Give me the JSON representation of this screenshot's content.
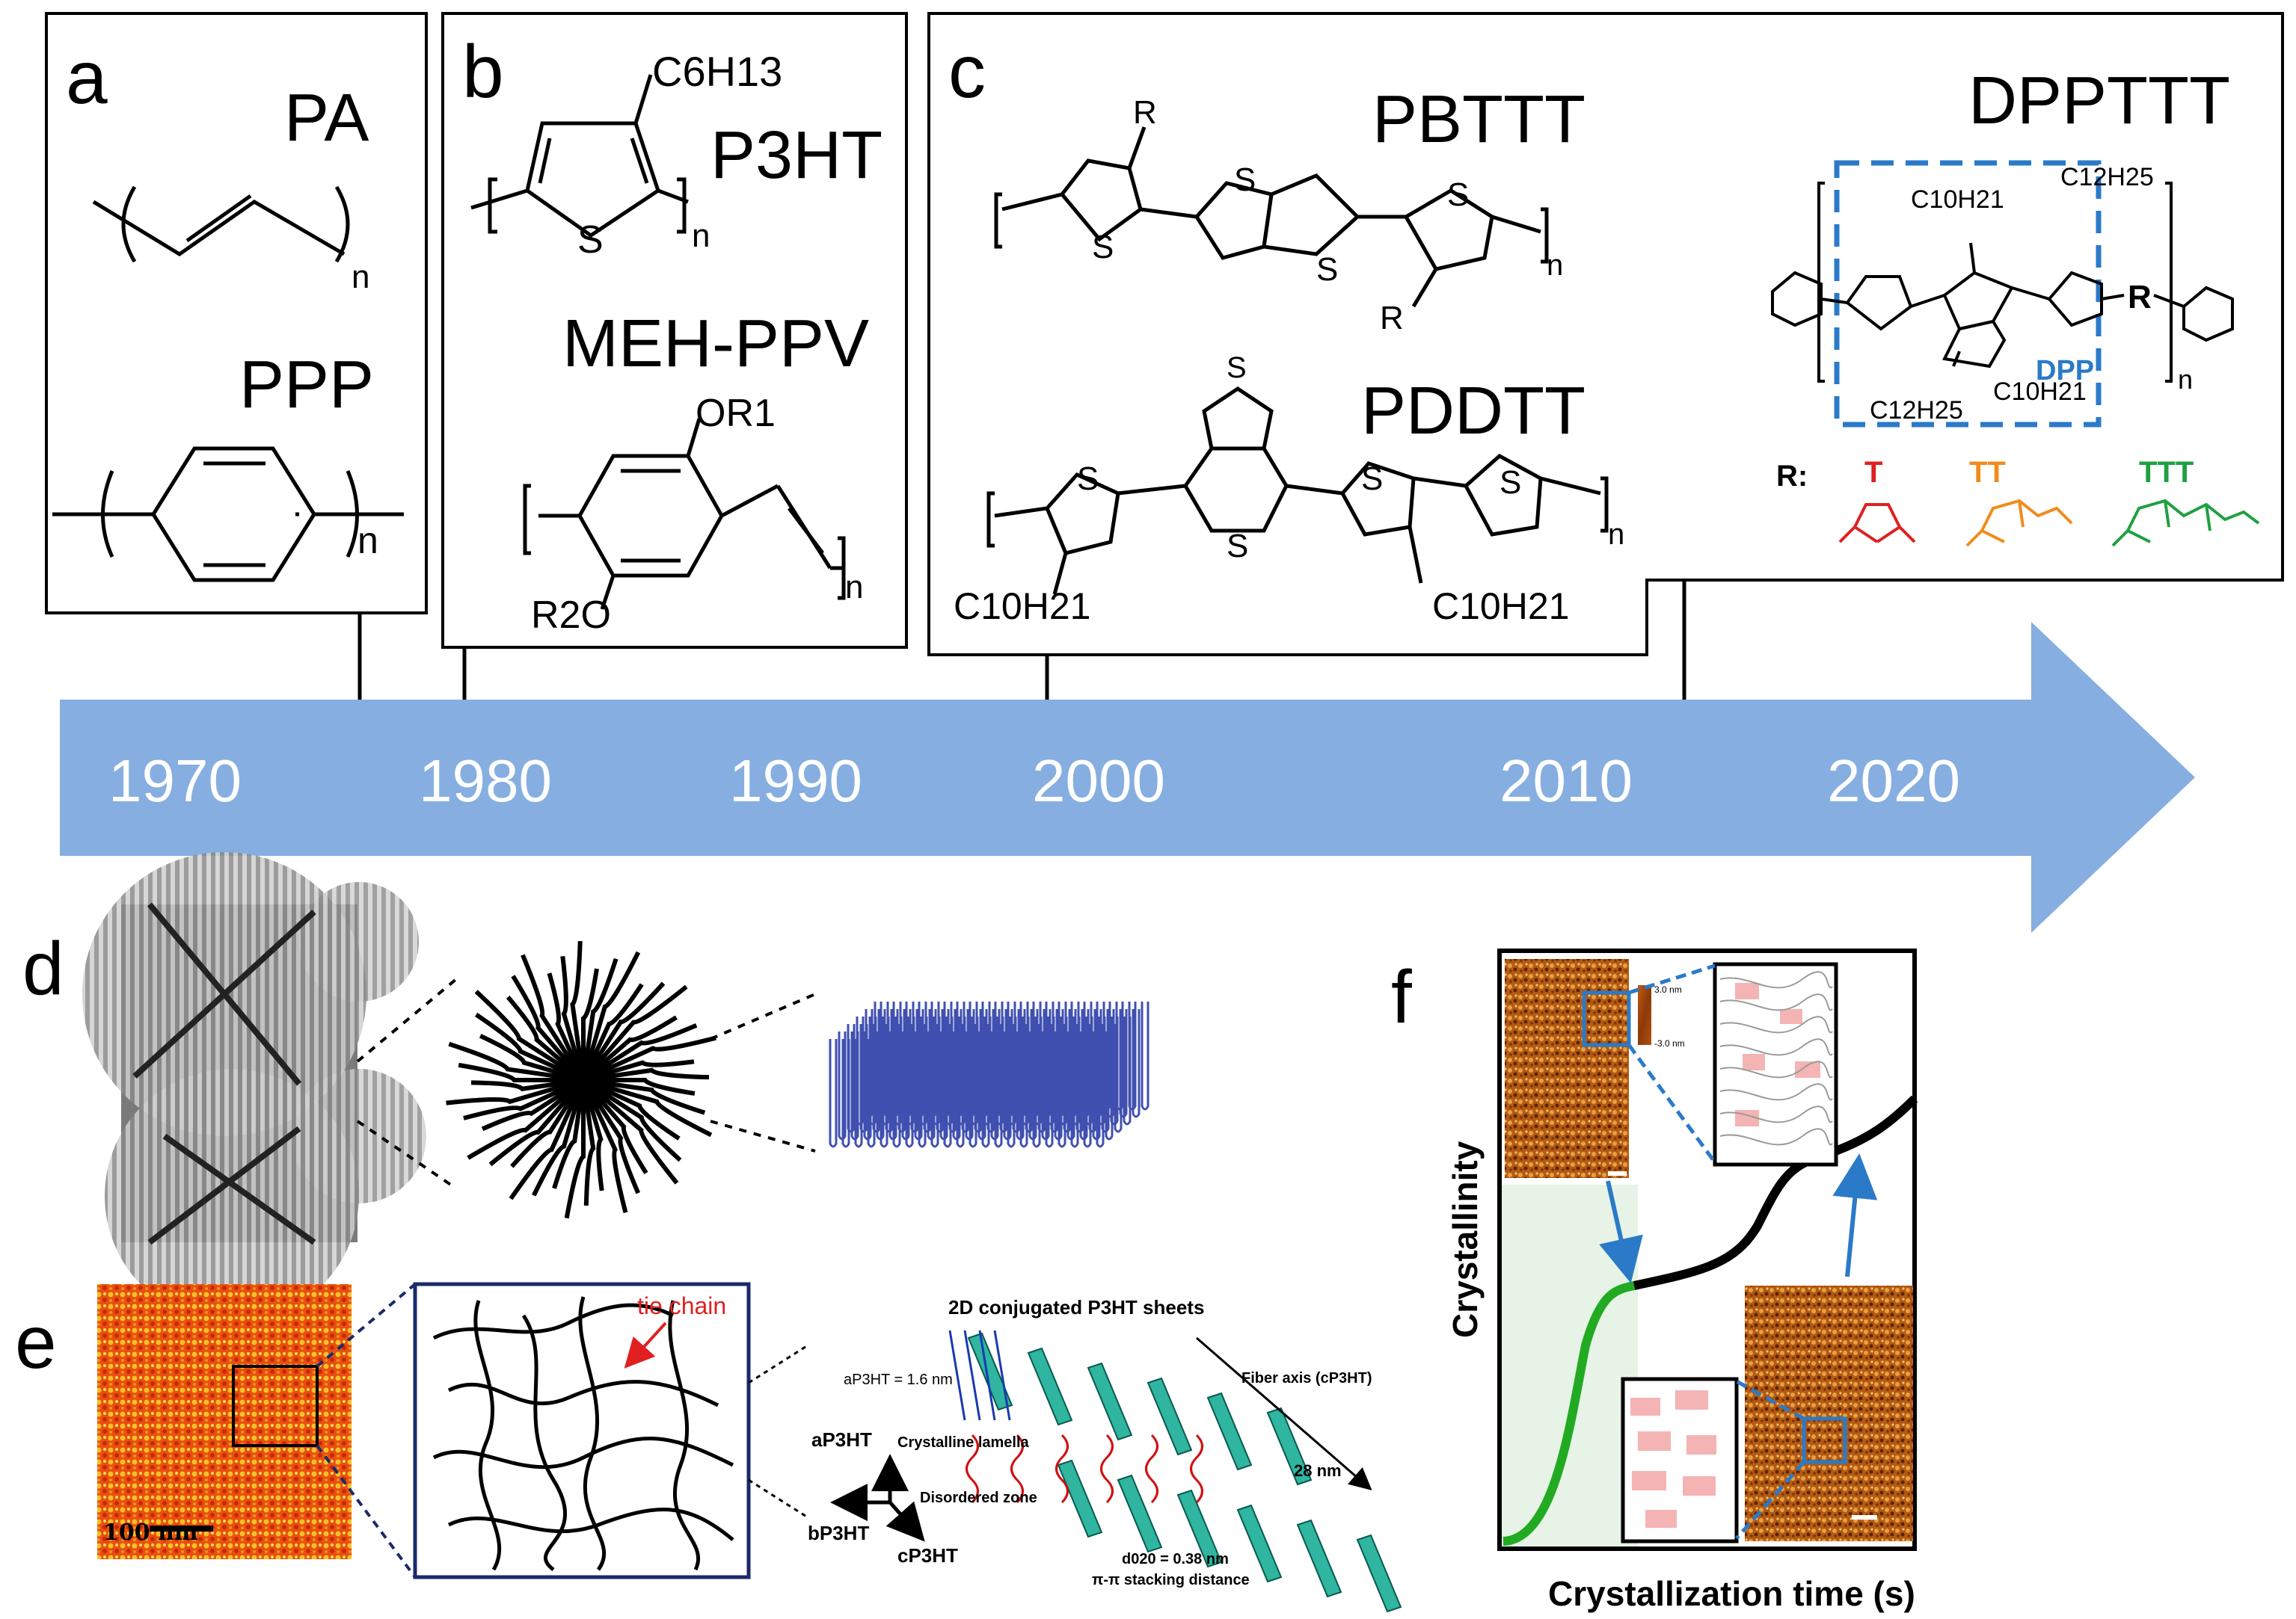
{
  "panels": {
    "a": {
      "letter": "a",
      "polymer1": "PA",
      "polymer2": "PPP",
      "n": "n"
    },
    "b": {
      "letter": "b",
      "polymer1": "P3HT",
      "polymer2": "MEH-PPV",
      "sub_c6h13": "C6H13",
      "sub_or1": "OR1",
      "sub_r2o": "R2O",
      "s": "S",
      "n": "n"
    },
    "c": {
      "letter": "c",
      "polymer1": "PBTTT",
      "polymer2": "PDDTT",
      "polymer3": "DPPTTT",
      "r": "R",
      "s": "S",
      "n": "n",
      "c10h21": "C10H21",
      "c12h25": "C12H25",
      "dpp": "DPP",
      "r_label": "R:",
      "t": "T",
      "tt": "TT",
      "ttt": "TTT"
    },
    "d": {
      "letter": "d"
    },
    "e": {
      "letter": "e",
      "tie_chain": "tie chain",
      "scale": "100 nm",
      "sheets": "2D conjugated P3HT sheets",
      "a_spacing": "aP3HT = 1.6 nm",
      "lamella": "Crystalline lamella",
      "disordered": "Disordered zone",
      "fiber": "Fiber axis (cP3HT)",
      "dist28": "28 nm",
      "d020": "d020 = 0.38 nm",
      "pipi": "π-π stacking distance",
      "axis_a": "aP3HT",
      "axis_b": "bP3HT",
      "axis_c": "cP3HT"
    },
    "f": {
      "letter": "f",
      "ylabel": "Crystallinity",
      "xlabel": "Crystallization time (s)",
      "cb_top": "3.0 nm",
      "cb_bot": "-3.0 nm"
    }
  },
  "timeline": {
    "years": [
      "1970",
      "1980",
      "1990",
      "2000",
      "2010",
      "2020"
    ],
    "color": "#86aee0"
  }
}
